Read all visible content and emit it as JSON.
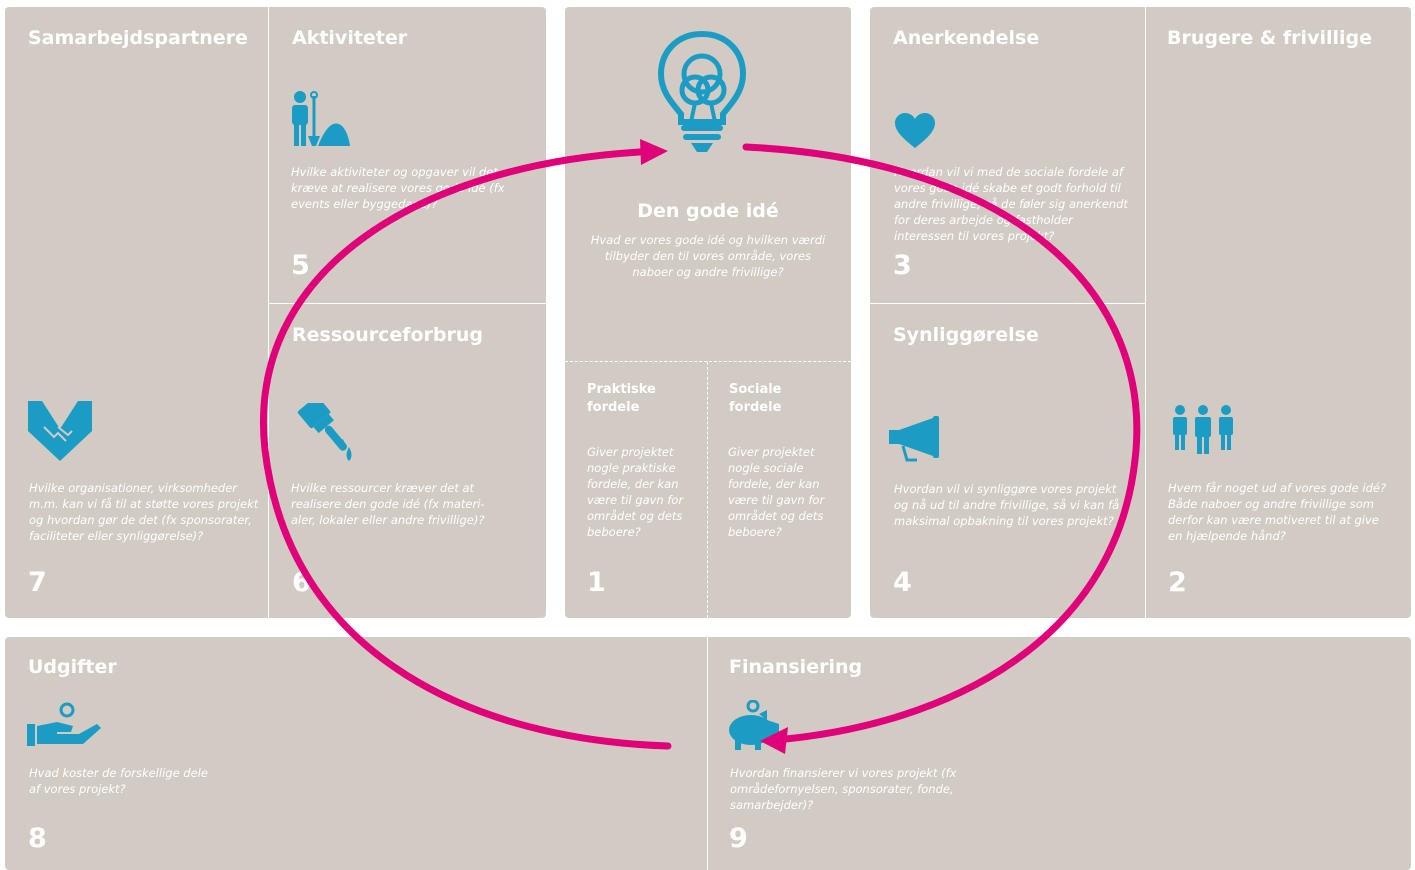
{
  "colors": {
    "panel": "#d2cbc3",
    "icon": "#1b9cc4",
    "arrow": "#e0007a",
    "text": "#ffffff"
  },
  "blocks": {
    "partners": {
      "title": "Samarbejdspartnere",
      "desc": "Hvilke organisationer, virksomheder m.m. kan vi få til at støtte vores projekt og hvordan gør de det (fx sponsorater, faciliteter eller synliggørelse)?",
      "num": "7",
      "icon": "handshake-icon"
    },
    "activities": {
      "title": "Aktiviteter",
      "desc": "Hvilke aktiviteter og opgaver vil det kræve at realisere vores gode idé (fx events eller byggedage)?",
      "num": "5",
      "icon": "worker-shovel-icon"
    },
    "resources": {
      "title": "Ressourceforbrug",
      "desc": "Hvilke ressourcer kræver det at realisere den gode idé (fx materi-aler, lokaler eller andre frivillige)?",
      "num": "6",
      "icon": "paintbrush-icon"
    },
    "idea": {
      "title": "Den gode idé",
      "desc": "Hvad er vores gode idé og hvilken værdi tilbyder den til vores område, vores naboer og andre frivillige?",
      "icon": "lightbulb-icon"
    },
    "practical": {
      "title": "Praktiske fordele",
      "desc": "Giver projektet nogle praktiske fordele, der kan være til gavn for området og dets beboere?",
      "num": "1"
    },
    "social": {
      "title": "Sociale fordele",
      "desc": "Giver projektet nogle sociale fordele, der kan være til gavn for området og dets beboere?"
    },
    "recognition": {
      "title": "Anerkendelse",
      "desc": "Hvordan vil vi med de sociale fordele af vores gode idé skabe et godt forhold til andre frivillige, så de føler sig anerkendt for deres arbejde og fastholder interessen til vores projekt?",
      "num": "3",
      "icon": "heart-icon"
    },
    "visibility": {
      "title": "Synliggørelse",
      "desc": "Hvordan vil vi synliggøre vores projekt og nå ud til andre frivillige, så vi kan få maksimal opbakning til vores projekt?",
      "num": "4",
      "icon": "megaphone-icon"
    },
    "users": {
      "title": "Brugere & frivillige",
      "desc": "Hvem får noget ud af vores gode idé? Både naboer og andre frivillige som derfor kan være motiveret til at give en hjælpende hånd?",
      "num": "2",
      "icon": "people-group-icon"
    },
    "expenses": {
      "title": "Udgifter",
      "desc": "Hvad koster de forskellige dele af vores projekt?",
      "num": "8",
      "icon": "hand-coin-icon"
    },
    "financing": {
      "title": "Finansiering",
      "desc": "Hvordan finansierer vi vores projekt (fx områdefornyelsen, sponsorater, fonde, samarbejder)?",
      "num": "9",
      "icon": "piggy-bank-icon"
    }
  }
}
